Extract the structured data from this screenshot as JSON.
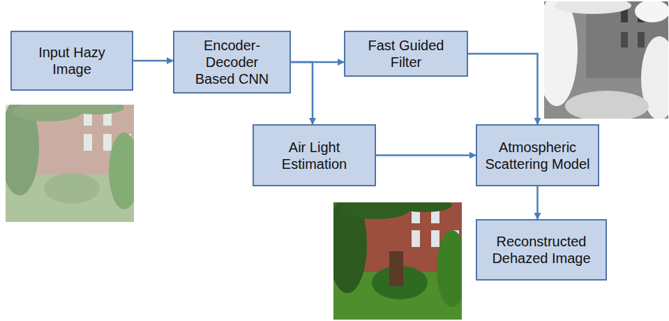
{
  "diagram": {
    "nodes": [
      {
        "text": [
          "Input Hazy Image"
        ]
      },
      {
        "text": [
          "Encoder- Decoder Based CNN"
        ]
      },
      {
        "text": [
          "Fast Guided Filter"
        ]
      },
      {
        "text": [
          "Air Light Estimation"
        ]
      },
      {
        "text": [
          "Atmospheric Scattering Model"
        ]
      },
      {
        "text": [
          "Reconstructed Dehazed Image"
        ]
      }
    ],
    "edges": [
      {
        "from": 0,
        "to": 1,
        "arrow": "to"
      },
      {
        "from": 1,
        "to": 2,
        "arrow": "to"
      },
      {
        "from": 1,
        "to": 3,
        "arrow": "to"
      },
      {
        "from": 2,
        "to": 4,
        "arrow": "to"
      },
      {
        "from": 3,
        "to": 4,
        "arrow": "to"
      },
      {
        "from": 4,
        "to": 5,
        "arrow": "to"
      }
    ]
  }
}
